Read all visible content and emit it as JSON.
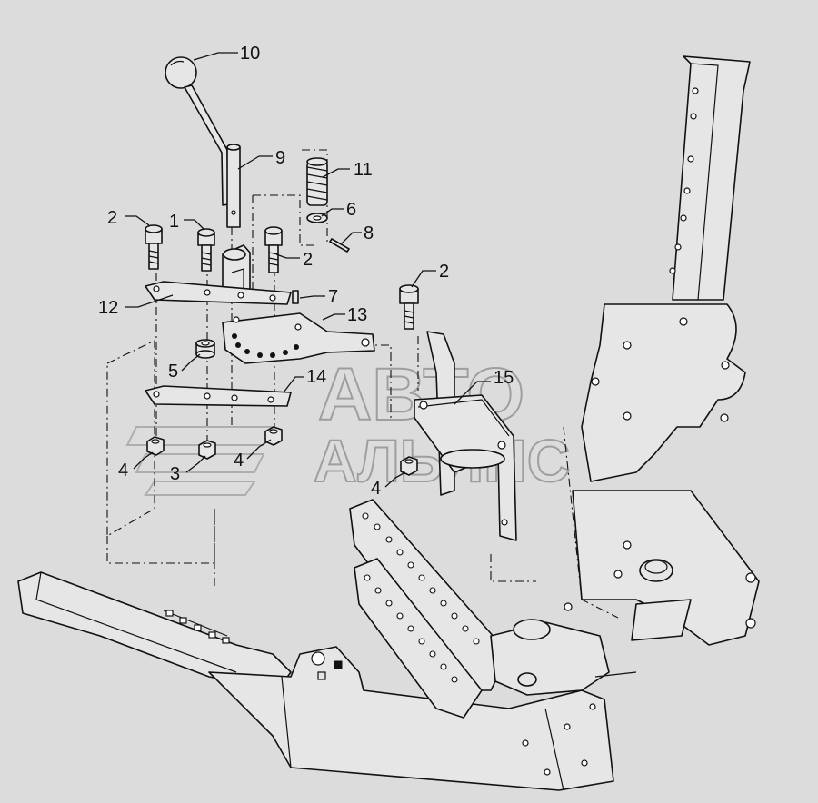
{
  "callouts": {
    "c10": "10",
    "c9": "9",
    "c11": "11",
    "c6": "6",
    "c8": "8",
    "c2a": "2",
    "c1": "1",
    "c2b": "2",
    "c2c": "2",
    "c7": "7",
    "c12": "12",
    "c13": "13",
    "c5": "5",
    "c14": "14",
    "c15": "15",
    "c4a": "4",
    "c3": "3",
    "c4b": "4",
    "c4c": "4"
  },
  "watermark": {
    "line1": "АВТО",
    "line2": "АЛЬЯНС"
  }
}
